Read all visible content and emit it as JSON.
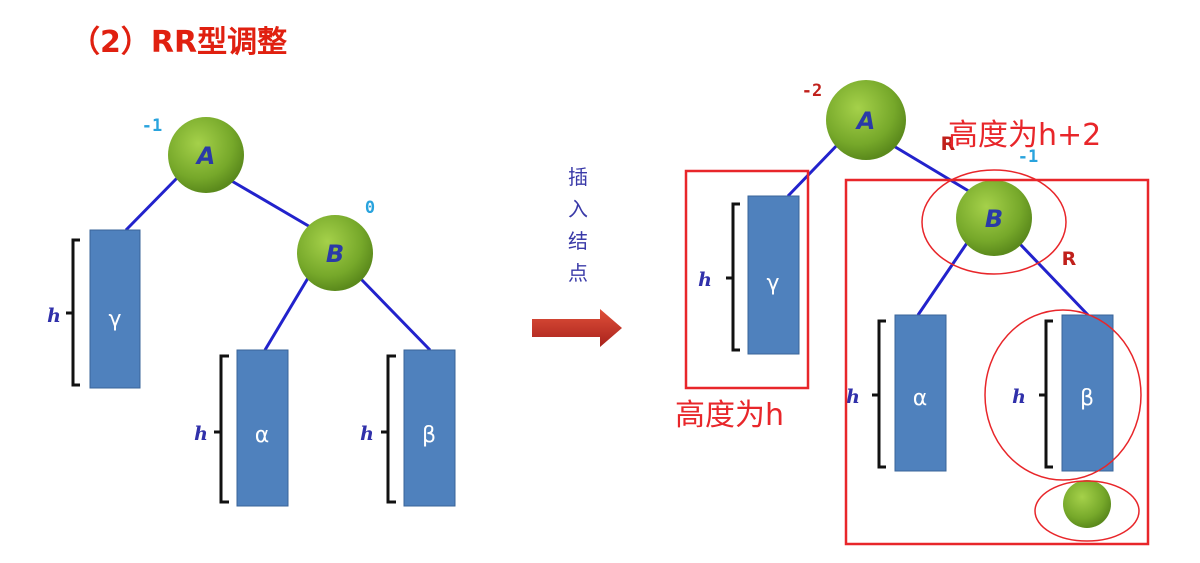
{
  "title": "（2）RR型调整",
  "left_tree": {
    "node_a": {
      "label": "A",
      "balance": "-1"
    },
    "node_b": {
      "label": "B",
      "balance": "0"
    },
    "subtree_gamma": {
      "label": "γ",
      "height": "h"
    },
    "subtree_alpha": {
      "label": "α",
      "height": "h"
    },
    "subtree_beta": {
      "label": "β",
      "height": "h"
    }
  },
  "transition": {
    "text_chars": [
      "插",
      "入",
      "结",
      "点"
    ]
  },
  "right_tree": {
    "node_a": {
      "label": "A",
      "balance": "-2"
    },
    "node_b": {
      "label": "B",
      "balance": "-1"
    },
    "edge_a_b_label": "R",
    "edge_b_beta_label": "R",
    "subtree_gamma": {
      "label": "γ",
      "height": "h"
    },
    "subtree_alpha": {
      "label": "α",
      "height": "h"
    },
    "subtree_beta": {
      "label": "β",
      "height": "h"
    }
  },
  "annotations": {
    "height_h": "高度为h",
    "height_h2": "高度为h+2"
  },
  "colors": {
    "title": "#e02010",
    "node_fill": "#7ab02a",
    "subtree_fill": "#4f81bd",
    "edge": "#2222cc",
    "balance_left": "#29a3dd",
    "balance_right": "#c0201b",
    "annotation_red": "#e8262a",
    "arrow": "#c8302a",
    "h_text": "#3030aa"
  }
}
